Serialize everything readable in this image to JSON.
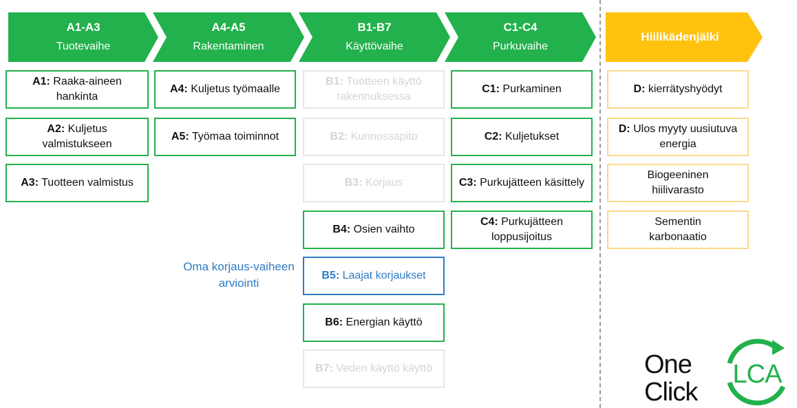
{
  "stages": [
    {
      "code": "A1-A3",
      "name": "Tuotevaihe"
    },
    {
      "code": "A4-A5",
      "name": "Rakentaminen"
    },
    {
      "code": "B1-B7",
      "name": "Käyttövaihe"
    },
    {
      "code": "C1-C4",
      "name": "Purkuvaihe"
    }
  ],
  "handprint": {
    "title": "Hiilikädenjälki"
  },
  "columns": {
    "a13": [
      {
        "code": "A1:",
        "text": "Raaka-aineen hankinta"
      },
      {
        "code": "A2:",
        "text": "Kuljetus valmistukseen"
      },
      {
        "code": "A3:",
        "text": "Tuotteen valmistus"
      }
    ],
    "a45": [
      {
        "code": "A4:",
        "text": "Kuljetus työmaalle"
      },
      {
        "code": "A5:",
        "text": "Työmaa toiminnot"
      }
    ],
    "b": [
      {
        "code": "B1:",
        "text": "Tuotteen käyttö rakennuksessa"
      },
      {
        "code": "B2:",
        "text": "Kunnossapito"
      },
      {
        "code": "B3:",
        "text": "Korjaus"
      },
      {
        "code": "B4:",
        "text": "Osien vaihto"
      },
      {
        "code": "B5:",
        "text": "Laajat korjaukset"
      },
      {
        "code": "B6:",
        "text": "Energian käyttö"
      },
      {
        "code": "B7:",
        "text": "Veden käyttö käyttö"
      }
    ],
    "c": [
      {
        "code": "C1:",
        "text": "Purkaminen"
      },
      {
        "code": "C2:",
        "text": "Kuljetukset"
      },
      {
        "code": "C3:",
        "text": "Purkujätteen käsittely"
      },
      {
        "code": "C4:",
        "text": "Purkujätteen loppusijoitus"
      }
    ],
    "d": [
      {
        "code": "D:",
        "text": "kierrätyshyödyt"
      },
      {
        "code": "D:",
        "text": "Ulos myyty uusiutuva energia"
      },
      {
        "code": "",
        "text": "Biogeeninen hiilivarasto"
      },
      {
        "code": "",
        "text": "Sementin karbonaatio"
      }
    ]
  },
  "note": "Oma korjaus-vaiheen arviointi",
  "logo": {
    "line1": "One",
    "line2": "Click",
    "mark": "LCA"
  },
  "colors": {
    "green": "#22b14c",
    "yellow": "#ffc20e",
    "blue": "#2e7bc4",
    "faded": "#d4d4d4"
  }
}
